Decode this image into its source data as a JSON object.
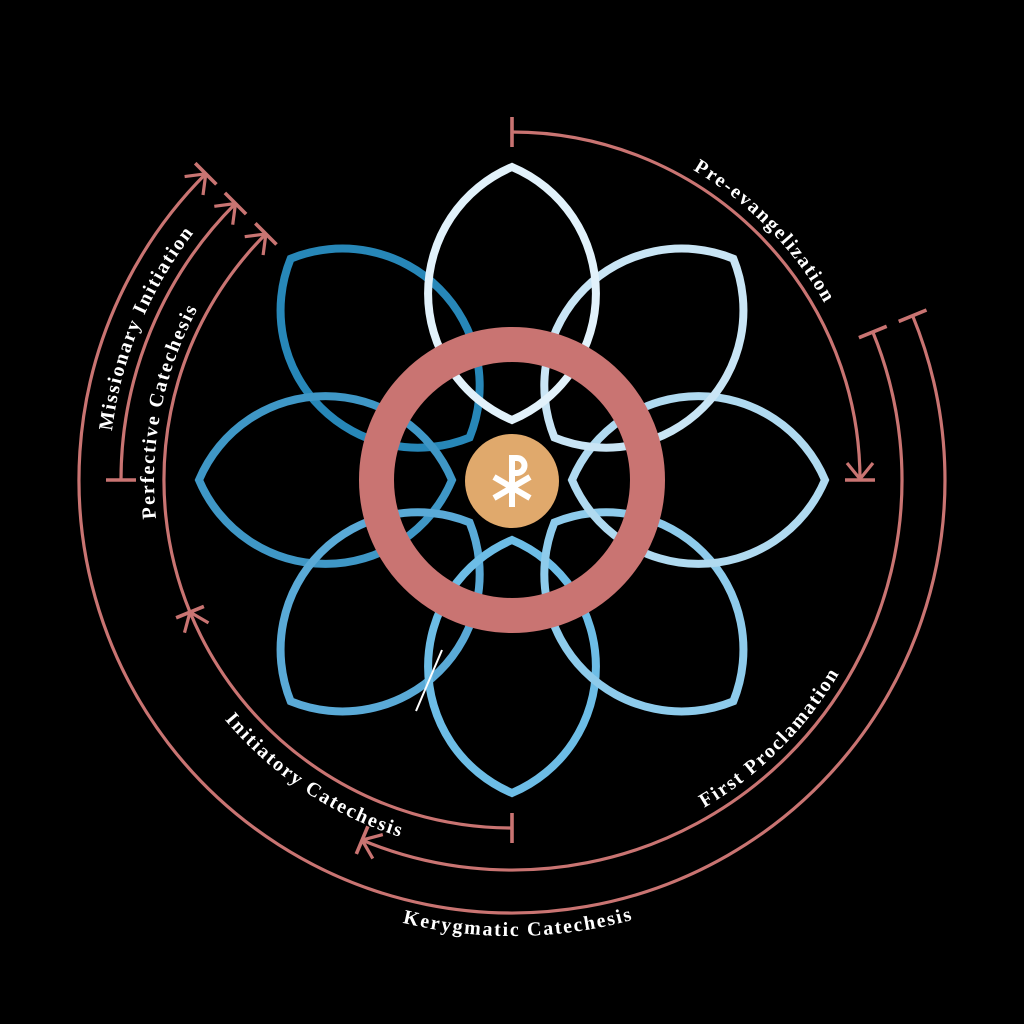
{
  "diagram": {
    "center_symbol": "chi-rho",
    "stages": [
      {
        "id": "pre-evangelization",
        "label": "Pre-evangelization"
      },
      {
        "id": "first-proclamation",
        "label": "First Proclamation"
      },
      {
        "id": "kerygmatic-catechesis",
        "label": "Kerygmatic Catechesis"
      },
      {
        "id": "initiatory-catechesis",
        "label": "Initiatory Catechesis"
      },
      {
        "id": "perfective-catechesis",
        "label": "Perfective Catechesis"
      },
      {
        "id": "missionary-initiation",
        "label": "Missionary Initiation"
      }
    ],
    "petal_count": 8
  },
  "colors": {
    "background": "#000000",
    "petals": [
      "#e2f2fb",
      "#c9e5f5",
      "#b0daf0",
      "#8ecbeb",
      "#6dbde6",
      "#5aaad7",
      "#3f97c6",
      "#2787b8"
    ],
    "ring": "#c97472",
    "arc": "#c97472",
    "medallion": "#e0a96c",
    "symbol": "#ffffff",
    "label_text": "#ffffff",
    "stray_line": "#ffffff"
  }
}
